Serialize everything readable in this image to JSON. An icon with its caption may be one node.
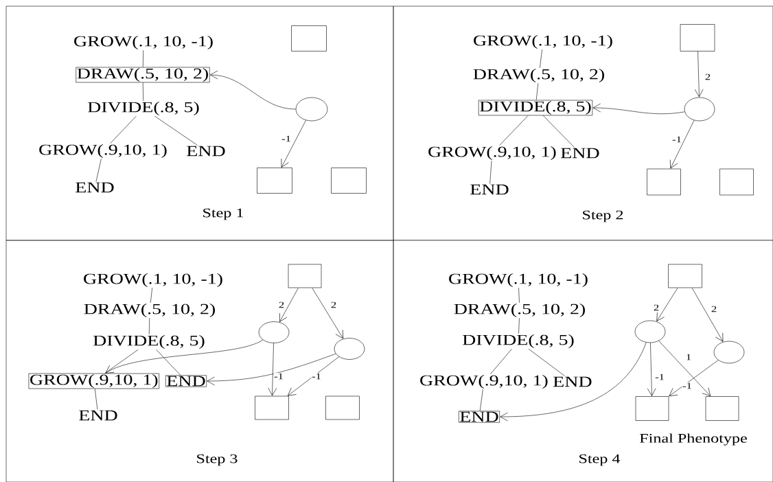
{
  "diagram": {
    "nodes": [
      {
        "text": [
          "Step 1"
        ]
      },
      {
        "text": [
          "GROW(.1, 10, -1)"
        ],
        "in": 0
      },
      {
        "text": [
          "DRAW(.5, 10, 2)"
        ],
        "in": 0
      },
      {
        "text": [
          "DIVIDE(.8, 5)"
        ],
        "in": 0
      },
      {
        "text": [
          "GROW(.9,10, 1)"
        ],
        "in": 0
      },
      {
        "text": [
          "END"
        ],
        "in": 0
      },
      {
        "text": [
          "END"
        ],
        "in": 0
      },
      {
        "text": [],
        "shape": "box",
        "in": 0
      },
      {
        "text": [],
        "shape": "circle",
        "in": 0
      },
      {
        "text": [],
        "shape": "box",
        "in": 0
      },
      {
        "text": [],
        "shape": "box",
        "in": 0
      },
      {
        "text": [
          "Step 2"
        ]
      },
      {
        "text": [
          "GROW(.1, 10, -1)"
        ],
        "in": 11
      },
      {
        "text": [
          "DRAW(.5, 10, 2)"
        ],
        "in": 11
      },
      {
        "text": [
          "DIVIDE(.8, 5)"
        ],
        "in": 11
      },
      {
        "text": [
          "GROW(.9,10, 1)"
        ],
        "in": 11
      },
      {
        "text": [
          "END"
        ],
        "in": 11
      },
      {
        "text": [
          "END"
        ],
        "in": 11
      },
      {
        "text": [],
        "shape": "box",
        "in": 11
      },
      {
        "text": [],
        "shape": "circle",
        "in": 11
      },
      {
        "text": [],
        "shape": "box",
        "in": 11
      },
      {
        "text": [],
        "shape": "box",
        "in": 11
      },
      {
        "text": [
          "Step 3"
        ]
      },
      {
        "text": [
          "GROW(.1, 10, -1)"
        ],
        "in": 22
      },
      {
        "text": [
          "DRAW(.5, 10, 2)"
        ],
        "in": 22
      },
      {
        "text": [
          "DIVIDE(.8, 5)"
        ],
        "in": 22
      },
      {
        "text": [
          "GROW(.9,10, 1)"
        ],
        "in": 22
      },
      {
        "text": [
          "END"
        ],
        "in": 22
      },
      {
        "text": [
          "END"
        ],
        "in": 22
      },
      {
        "text": [],
        "shape": "box",
        "in": 22
      },
      {
        "text": [],
        "shape": "circle",
        "in": 22
      },
      {
        "text": [],
        "shape": "circle",
        "in": 22
      },
      {
        "text": [],
        "shape": "box",
        "in": 22
      },
      {
        "text": [],
        "shape": "box",
        "in": 22
      },
      {
        "text": [
          "Step 4"
        ]
      },
      {
        "text": [
          "GROW(.1, 10, -1)"
        ],
        "in": 34
      },
      {
        "text": [
          "DRAW(.5, 10, 2)"
        ],
        "in": 34
      },
      {
        "text": [
          "DIVIDE(.8, 5)"
        ],
        "in": 34
      },
      {
        "text": [
          "GROW(.9,10, 1)"
        ],
        "in": 34
      },
      {
        "text": [
          "END"
        ],
        "in": 34
      },
      {
        "text": [
          "END"
        ],
        "in": 34
      },
      {
        "text": [],
        "shape": "box",
        "in": 34
      },
      {
        "text": [],
        "shape": "circle",
        "in": 34
      },
      {
        "text": [],
        "shape": "circle",
        "in": 34
      },
      {
        "text": [],
        "shape": "box",
        "in": 34
      },
      {
        "text": [],
        "shape": "box",
        "in": 34
      }
    ],
    "edges": [
      {
        "from": 1,
        "to": 2,
        "arrow": "none"
      },
      {
        "from": 2,
        "to": 3,
        "arrow": "none"
      },
      {
        "from": 3,
        "to": 4,
        "arrow": "none"
      },
      {
        "from": 3,
        "to": 5,
        "arrow": "none"
      },
      {
        "from": 4,
        "to": 6,
        "arrow": "none"
      },
      {
        "from": 8,
        "to": 2,
        "arrow": "to"
      },
      {
        "from": 8,
        "to": 9,
        "arrow": "to",
        "label": "-1"
      },
      {
        "from": 12,
        "to": 13,
        "arrow": "none"
      },
      {
        "from": 13,
        "to": 14,
        "arrow": "none"
      },
      {
        "from": 14,
        "to": 15,
        "arrow": "none"
      },
      {
        "from": 14,
        "to": 16,
        "arrow": "none"
      },
      {
        "from": 15,
        "to": 17,
        "arrow": "none"
      },
      {
        "from": 18,
        "to": 19,
        "arrow": "to",
        "label": "2"
      },
      {
        "from": 19,
        "to": 14,
        "arrow": "to"
      },
      {
        "from": 19,
        "to": 20,
        "arrow": "to",
        "label": "-1"
      },
      {
        "from": 23,
        "to": 24,
        "arrow": "none"
      },
      {
        "from": 24,
        "to": 25,
        "arrow": "none"
      },
      {
        "from": 25,
        "to": 26,
        "arrow": "none"
      },
      {
        "from": 25,
        "to": 27,
        "arrow": "none"
      },
      {
        "from": 26,
        "to": 28,
        "arrow": "none"
      },
      {
        "from": 29,
        "to": 30,
        "arrow": "to",
        "label": "2"
      },
      {
        "from": 29,
        "to": 31,
        "arrow": "to",
        "label": "2"
      },
      {
        "from": 30,
        "to": 26,
        "arrow": "to"
      },
      {
        "from": 31,
        "to": 27,
        "arrow": "to"
      },
      {
        "from": 30,
        "to": 32,
        "arrow": "to",
        "label": "-1"
      },
      {
        "from": 31,
        "to": 32,
        "arrow": "to",
        "label": "-1"
      },
      {
        "from": 35,
        "to": 36,
        "arrow": "none"
      },
      {
        "from": 36,
        "to": 37,
        "arrow": "none"
      },
      {
        "from": 37,
        "to": 38,
        "arrow": "none"
      },
      {
        "from": 37,
        "to": 39,
        "arrow": "none"
      },
      {
        "from": 38,
        "to": 40,
        "arrow": "none"
      },
      {
        "from": 41,
        "to": 42,
        "arrow": "to",
        "label": "2"
      },
      {
        "from": 41,
        "to": 43,
        "arrow": "to",
        "label": "2"
      },
      {
        "from": 42,
        "to": 40,
        "arrow": "to"
      },
      {
        "from": 42,
        "to": 44,
        "arrow": "to",
        "label": "-1"
      },
      {
        "from": 42,
        "to": 45,
        "arrow": "to",
        "label": "1"
      },
      {
        "from": 43,
        "to": 44,
        "arrow": "to",
        "label": "-1"
      }
    ],
    "labels": [
      "Final Phenotype"
    ]
  }
}
